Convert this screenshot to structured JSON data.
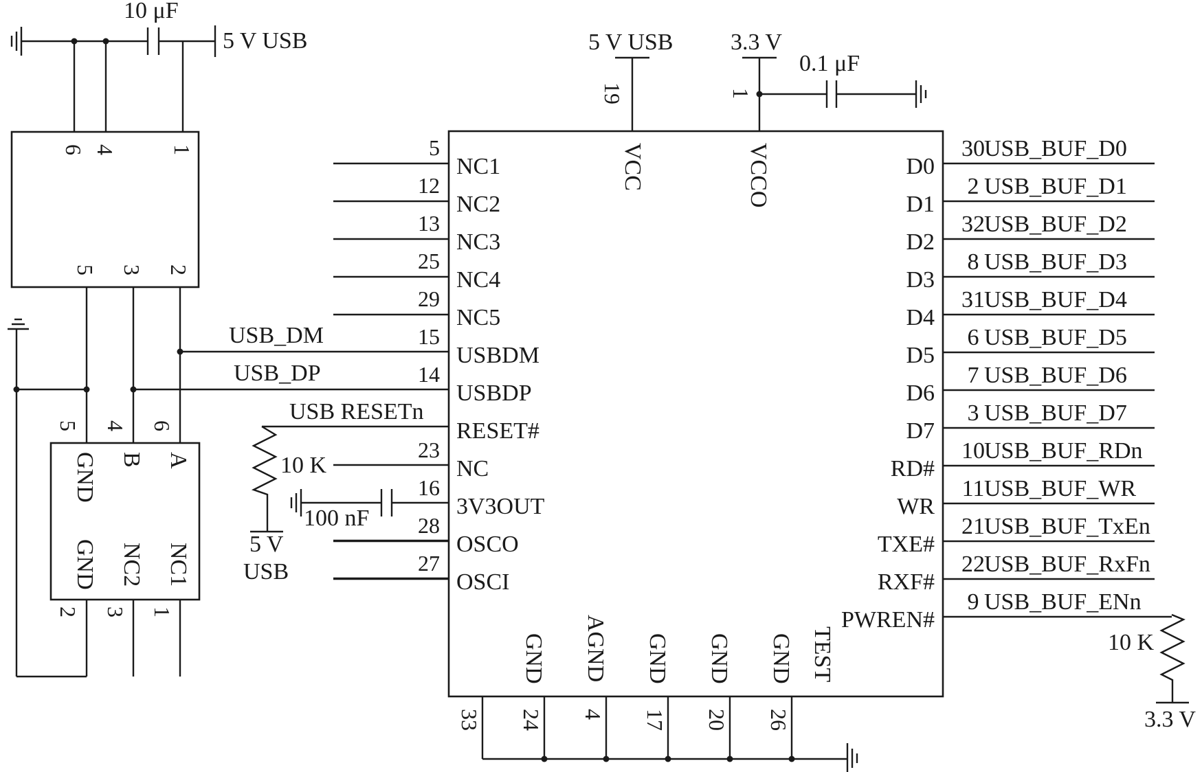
{
  "colors": {
    "ink": "#1a1a1a",
    "background": "#ffffff"
  },
  "top_left": {
    "cap_value": "10 μF",
    "supply_label": "5 V USB",
    "box_top_pins": [
      "6",
      "4",
      "1"
    ],
    "box_bottom_pins": [
      "5",
      "3",
      "2"
    ]
  },
  "usb_connector": {
    "top_pins": [
      "5",
      "4",
      "6"
    ],
    "bottom_pins": [
      "2",
      "3",
      "1"
    ],
    "inner_top": [
      "GND",
      "B",
      "A"
    ],
    "inner_bottom": [
      "GND",
      "NC2",
      "NC1"
    ]
  },
  "nets": {
    "usb_dm": "USB_DM",
    "usb_dp": "USB_DP",
    "usb_reset": "USB RESETn"
  },
  "reset_resistor": {
    "value": "10 K",
    "supply_line1": "5 V",
    "supply_line2": "USB"
  },
  "cap_3v3out": {
    "value": "100 nF"
  },
  "ic": {
    "top_pins": [
      {
        "num": "19",
        "name": "VCC",
        "supply": "5 V USB"
      },
      {
        "num": "1",
        "name": "VCCO",
        "supply": "3.3 V"
      }
    ],
    "vcco_cap": "0.1 μF",
    "left_pins": [
      {
        "num": "5",
        "name": "NC1"
      },
      {
        "num": "12",
        "name": "NC2"
      },
      {
        "num": "13",
        "name": "NC3"
      },
      {
        "num": "25",
        "name": "NC4"
      },
      {
        "num": "29",
        "name": "NC5"
      },
      {
        "num": "15",
        "name": "USBDM"
      },
      {
        "num": "14",
        "name": "USBDP"
      },
      {
        "num": "",
        "name": "RESET#"
      },
      {
        "num": "23",
        "name": "NC"
      },
      {
        "num": "16",
        "name": "3V3OUT"
      },
      {
        "num": "28",
        "name": "OSCO"
      },
      {
        "num": "27",
        "name": "OSCI"
      }
    ],
    "right_pins": [
      {
        "num": "30",
        "name": "D0",
        "net": "USB_BUF_D0"
      },
      {
        "num": "2",
        "name": "D1",
        "net": "USB_BUF_D1"
      },
      {
        "num": "32",
        "name": "D2",
        "net": "USB_BUF_D2"
      },
      {
        "num": "8",
        "name": "D3",
        "net": "USB_BUF_D3"
      },
      {
        "num": "31",
        "name": "D4",
        "net": "USB_BUF_D4"
      },
      {
        "num": "6",
        "name": "D5",
        "net": "USB_BUF_D5"
      },
      {
        "num": "7",
        "name": "D6",
        "net": "USB_BUF_D6"
      },
      {
        "num": "3",
        "name": "D7",
        "net": "USB_BUF_D7"
      },
      {
        "num": "10",
        "name": "RD#",
        "net": "USB_BUF_RDn"
      },
      {
        "num": "11",
        "name": "WR",
        "net": "USB_BUF_WR"
      },
      {
        "num": "21",
        "name": "TXE#",
        "net": "USB_BUF_TxEn"
      },
      {
        "num": "22",
        "name": "RXF#",
        "net": "USB_BUF_RxFn"
      },
      {
        "num": "9",
        "name": "PWREN#",
        "net": "USB_BUF_ENn"
      }
    ],
    "bottom_pins": [
      {
        "num": "33",
        "name": ""
      },
      {
        "num": "24",
        "name": "GND"
      },
      {
        "num": "4",
        "name": "AGND"
      },
      {
        "num": "17",
        "name": "GND"
      },
      {
        "num": "20",
        "name": "GND"
      },
      {
        "num": "26",
        "name": "GND"
      },
      {
        "num": "",
        "name": "TEST"
      }
    ]
  },
  "pwren_resistor": {
    "value": "10 K",
    "supply": "3.3 V"
  }
}
